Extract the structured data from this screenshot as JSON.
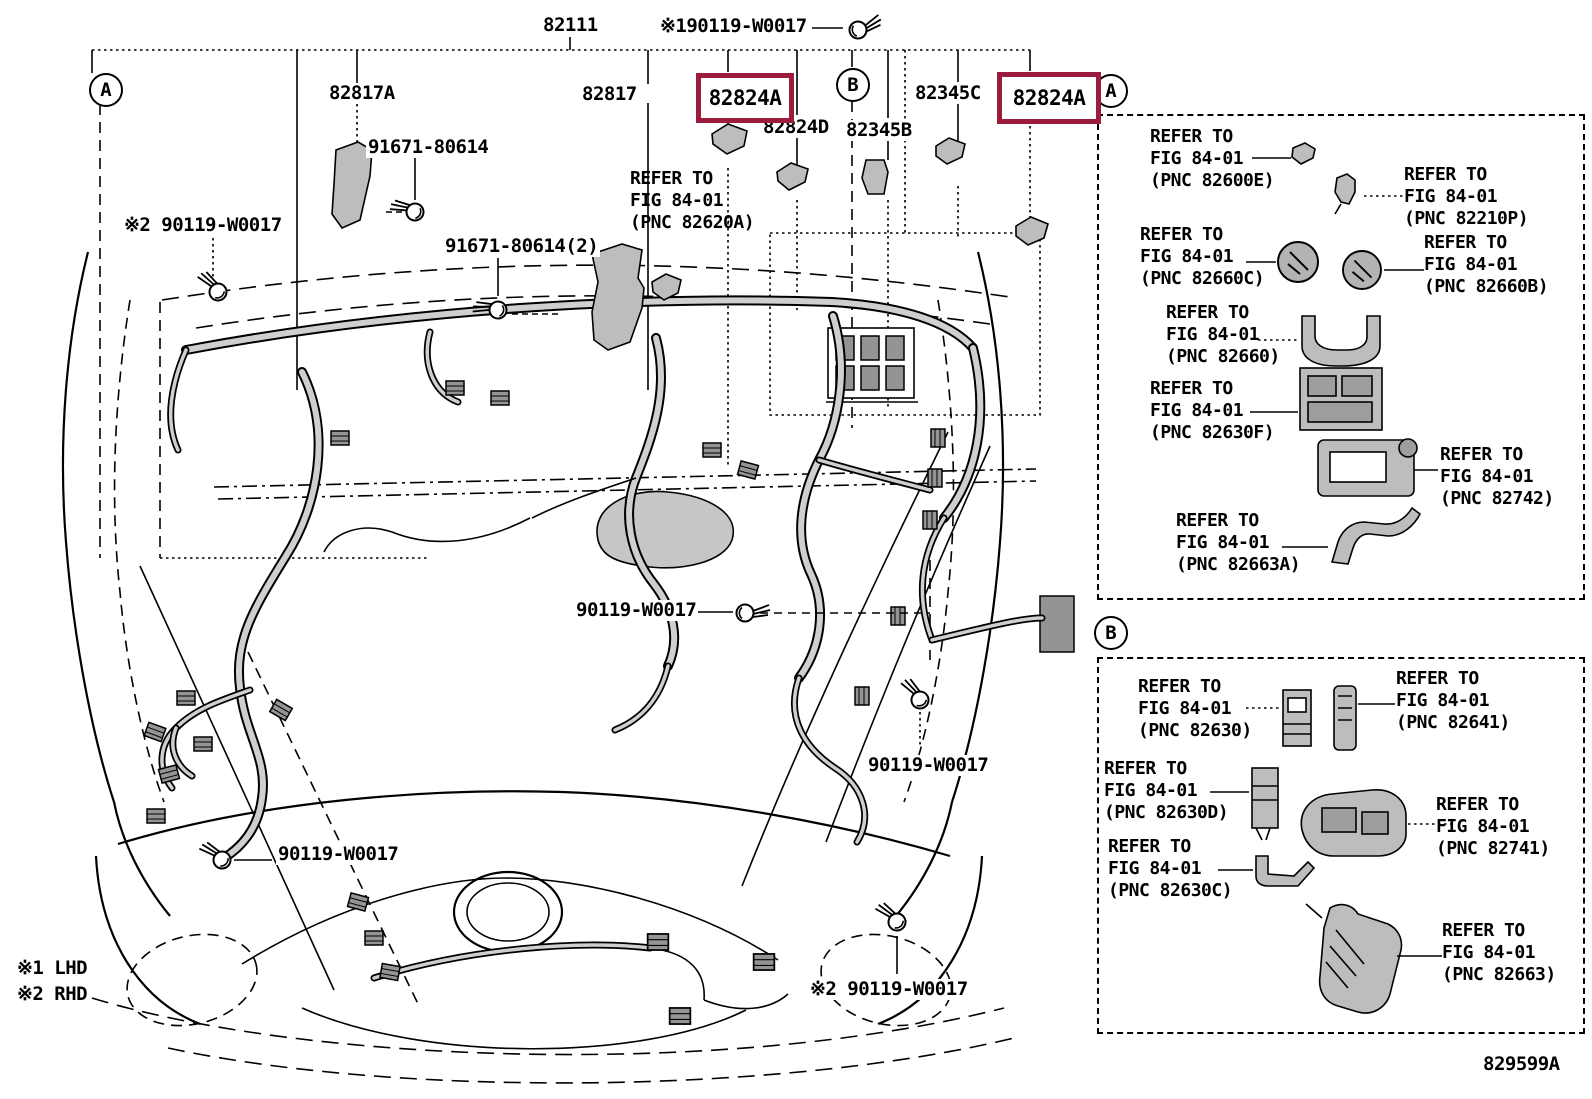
{
  "colors": {
    "highlight_box": "#9b1c3c"
  },
  "doc": {
    "drawing_number": "829599A",
    "note_lhd": "※1 LHD",
    "note_rhd": "※2 RHD"
  },
  "views": {
    "a": "A",
    "b": "B"
  },
  "callouts": {
    "main_harness": "82111",
    "bolt_top": "※190119-W0017",
    "p82817a": "82817A",
    "p82817": "82817",
    "p82824a_left": "82824A",
    "p82824d": "82824D",
    "p82345b": "82345B",
    "p82345c": "82345C",
    "p82824a_right": "82824A",
    "p91671_80614": "91671-80614",
    "p91671_80614_x2": "91671-80614(2)",
    "bolt_rhd_top_left": "※2 90119-W0017",
    "bolt_center": "90119-W0017",
    "bolt_right": "90119-W0017",
    "bolt_bottom_left": "90119-W0017",
    "bolt_rhd_bottom": "※2 90119-W0017"
  },
  "refer_inline": {
    "l1": "REFER TO",
    "l2": "FIG 84-01",
    "pnc": "(PNC 82620A)"
  },
  "panel_a": {
    "items": [
      {
        "l1": "REFER TO",
        "l2": "FIG 84-01",
        "pnc": "(PNC 82600E)"
      },
      {
        "l1": "REFER TO",
        "l2": "FIG 84-01",
        "pnc": "(PNC 82210P)"
      },
      {
        "l1": "REFER TO",
        "l2": "FIG 84-01",
        "pnc": "(PNC 82660C)"
      },
      {
        "l1": "REFER TO",
        "l2": "FIG 84-01",
        "pnc": "(PNC 82660B)"
      },
      {
        "l1": "REFER TO",
        "l2": "FIG 84-01",
        "pnc": "(PNC 82660)"
      },
      {
        "l1": "REFER TO",
        "l2": "FIG 84-01",
        "pnc": "(PNC 82630F)"
      },
      {
        "l1": "REFER TO",
        "l2": "FIG 84-01",
        "pnc": "(PNC 82742)"
      },
      {
        "l1": "REFER TO",
        "l2": "FIG 84-01",
        "pnc": "(PNC 82663A)"
      }
    ]
  },
  "panel_b": {
    "items": [
      {
        "l1": "REFER TO",
        "l2": "FIG 84-01",
        "pnc": "(PNC 82630)"
      },
      {
        "l1": "REFER TO",
        "l2": "FIG 84-01",
        "pnc": "(PNC 82641)"
      },
      {
        "l1": "REFER TO",
        "l2": "FIG 84-01",
        "pnc": "(PNC 82630D)"
      },
      {
        "l1": "REFER TO",
        "l2": "FIG 84-01",
        "pnc": "(PNC 82741)"
      },
      {
        "l1": "REFER TO",
        "l2": "FIG 84-01",
        "pnc": "(PNC 82630C)"
      },
      {
        "l1": "REFER TO",
        "l2": "FIG 84-01",
        "pnc": "(PNC 82663)"
      }
    ]
  }
}
